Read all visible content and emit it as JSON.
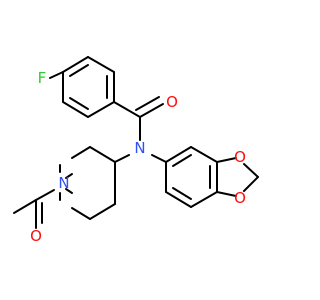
{
  "molecule": {
    "atoms": [
      {
        "id": "F",
        "label": "F",
        "color": "#33cc33"
      },
      {
        "id": "O_amide",
        "label": "O",
        "color": "#ff0d0d"
      },
      {
        "id": "N_amide",
        "label": "N",
        "color": "#3050f8"
      },
      {
        "id": "O_diox_top",
        "label": "O",
        "color": "#ff0d0d"
      },
      {
        "id": "O_diox_bot",
        "label": "O",
        "color": "#ff0d0d"
      },
      {
        "id": "N_pip",
        "label": "N",
        "color": "#3050f8"
      },
      {
        "id": "O_acetyl",
        "label": "O",
        "color": "#ff0d0d"
      }
    ],
    "bond_color": "#000000"
  }
}
